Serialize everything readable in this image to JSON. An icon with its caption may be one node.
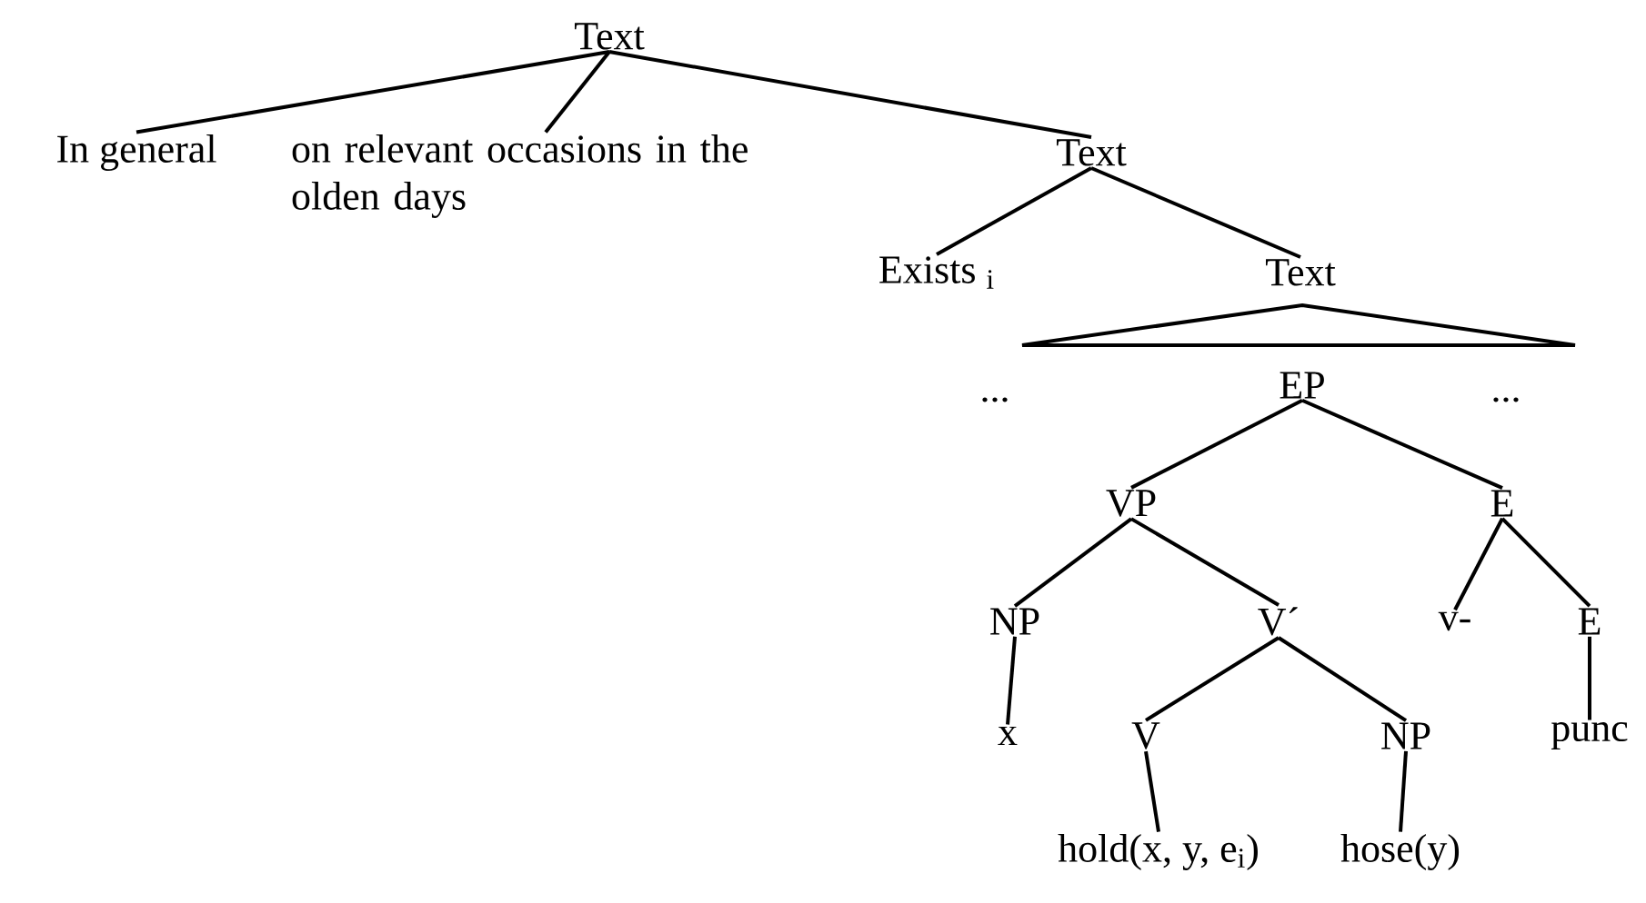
{
  "diagram": {
    "nodes": [
      {
        "text": [
          "Text"
        ]
      },
      {
        "text": [
          "In general"
        ]
      },
      {
        "text": [
          "on relevant occasions in the olden days"
        ]
      },
      {
        "text": [
          "Text"
        ]
      },
      {
        "text": [
          "Exists $_{i}$"
        ]
      },
      {
        "text": [
          "Text"
        ]
      },
      {
        "text": [
          "..."
        ]
      },
      {
        "text": [
          "EP"
        ]
      },
      {
        "text": [
          "..."
        ]
      },
      {
        "text": [
          "VP"
        ]
      },
      {
        "text": [
          "E"
        ]
      },
      {
        "text": [
          "NP"
        ]
      },
      {
        "text": [
          "V´"
        ]
      },
      {
        "text": [
          "v-"
        ]
      },
      {
        "text": [
          "E"
        ]
      },
      {
        "text": [
          "x"
        ]
      },
      {
        "text": [
          "V"
        ]
      },
      {
        "text": [
          "NP"
        ]
      },
      {
        "text": [
          "punc"
        ]
      },
      {
        "text": [
          "hold(x, y, e$_{i}$)"
        ]
      },
      {
        "text": [
          "hose(y)"
        ]
      }
    ],
    "edges": [
      {
        "from": 0,
        "to": 1,
        "arrow": "none"
      },
      {
        "from": 0,
        "to": 2,
        "arrow": "none"
      },
      {
        "from": 0,
        "to": 3,
        "arrow": "none"
      },
      {
        "from": 3,
        "to": 4,
        "arrow": "none"
      },
      {
        "from": 3,
        "to": 5,
        "arrow": "none"
      },
      {
        "from": 7,
        "to": 9,
        "arrow": "none"
      },
      {
        "from": 7,
        "to": 10,
        "arrow": "none"
      },
      {
        "from": 9,
        "to": 11,
        "arrow": "none"
      },
      {
        "from": 9,
        "to": 12,
        "arrow": "none"
      },
      {
        "from": 10,
        "to": 13,
        "arrow": "none"
      },
      {
        "from": 10,
        "to": 14,
        "arrow": "none"
      },
      {
        "from": 11,
        "to": 15,
        "arrow": "none"
      },
      {
        "from": 12,
        "to": 16,
        "arrow": "none"
      },
      {
        "from": 12,
        "to": 17,
        "arrow": "none"
      },
      {
        "from": 14,
        "to": 18,
        "arrow": "none"
      },
      {
        "from": 16,
        "to": 19,
        "arrow": "none"
      },
      {
        "from": 17,
        "to": 20,
        "arrow": "none"
      }
    ]
  }
}
